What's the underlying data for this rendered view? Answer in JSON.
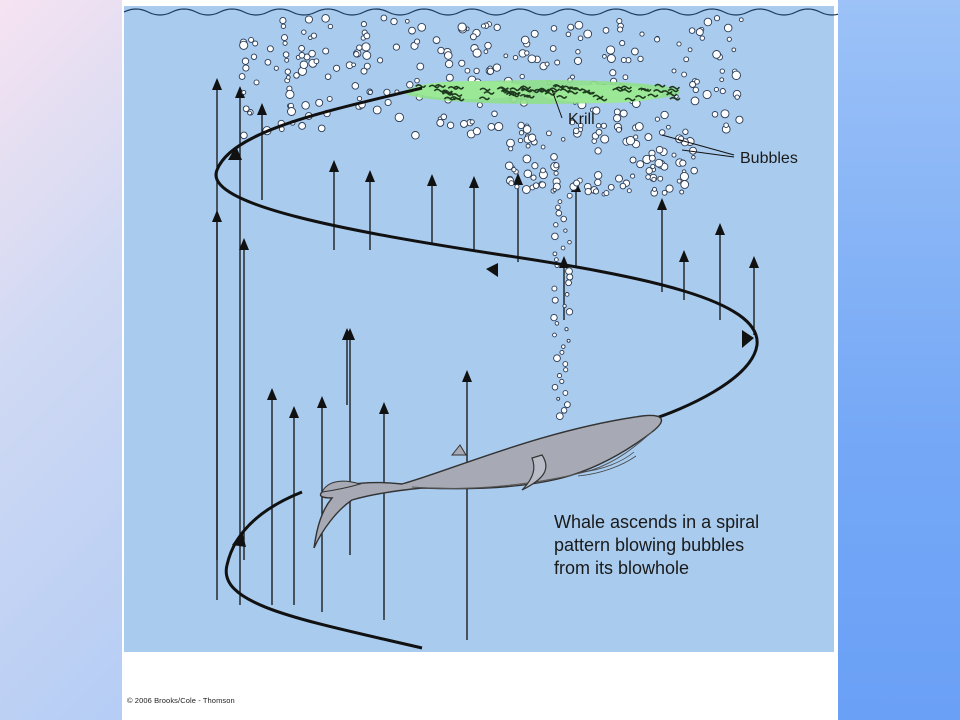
{
  "diagram": {
    "labels": {
      "krill": "Krill",
      "bubbles": "Bubbles",
      "caption_line1": "Whale ascends in a spiral",
      "caption_line2": "pattern blowing bubbles",
      "caption_line3": "from its blowhole"
    },
    "copyright": "© 2006 Brooks/Cole - Thomson"
  },
  "colors": {
    "water": "#a9cbee",
    "krill": "#7be07b",
    "whale": "#a9abb5",
    "line": "#111111"
  }
}
